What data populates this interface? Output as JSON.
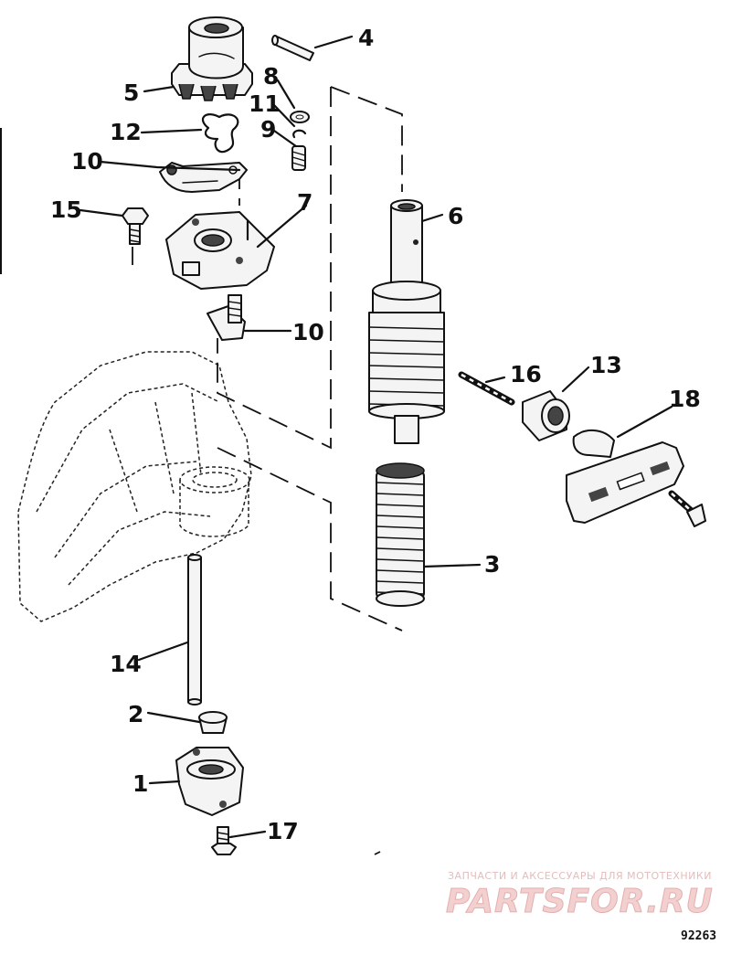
{
  "callouts": {
    "c1": "1",
    "c2": "2",
    "c3": "3",
    "c4": "4",
    "c5": "5",
    "c6": "6",
    "c7": "7",
    "c8": "8",
    "c9": "9",
    "c10a": "10",
    "c10b": "10",
    "c11": "11",
    "c12": "12",
    "c13": "13",
    "c14": "14",
    "c15": "15",
    "c16": "16",
    "c17": "17",
    "c18": "18"
  },
  "watermark": {
    "subtitle": "ЗАПЧАСТИ И АКСЕССУАРЫ ДЛЯ МОТОТЕХНИКИ",
    "logo": "PARTSFOR.RU"
  },
  "figure_number": "92263"
}
